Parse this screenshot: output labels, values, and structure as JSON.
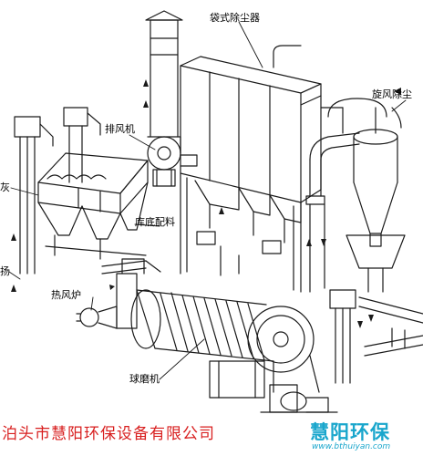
{
  "labels": {
    "bag_filter": "袋式除尘器",
    "cyclone": "旋风除尘",
    "exhaust_fan": "排风机",
    "bin_dosing": "库底配料",
    "hot_furnace": "热风炉",
    "ball_mill": "球磨机",
    "ash": "灰",
    "yang": "扬"
  },
  "footer": {
    "company": "泊头市慧阳环保设备有限公司",
    "logo_text": "慧阳环保",
    "logo_url": "www.bthuiyan.com"
  },
  "colors": {
    "line": "#1a1a1a",
    "company_text": "#d81e1e",
    "logo": "#19a6cc"
  }
}
